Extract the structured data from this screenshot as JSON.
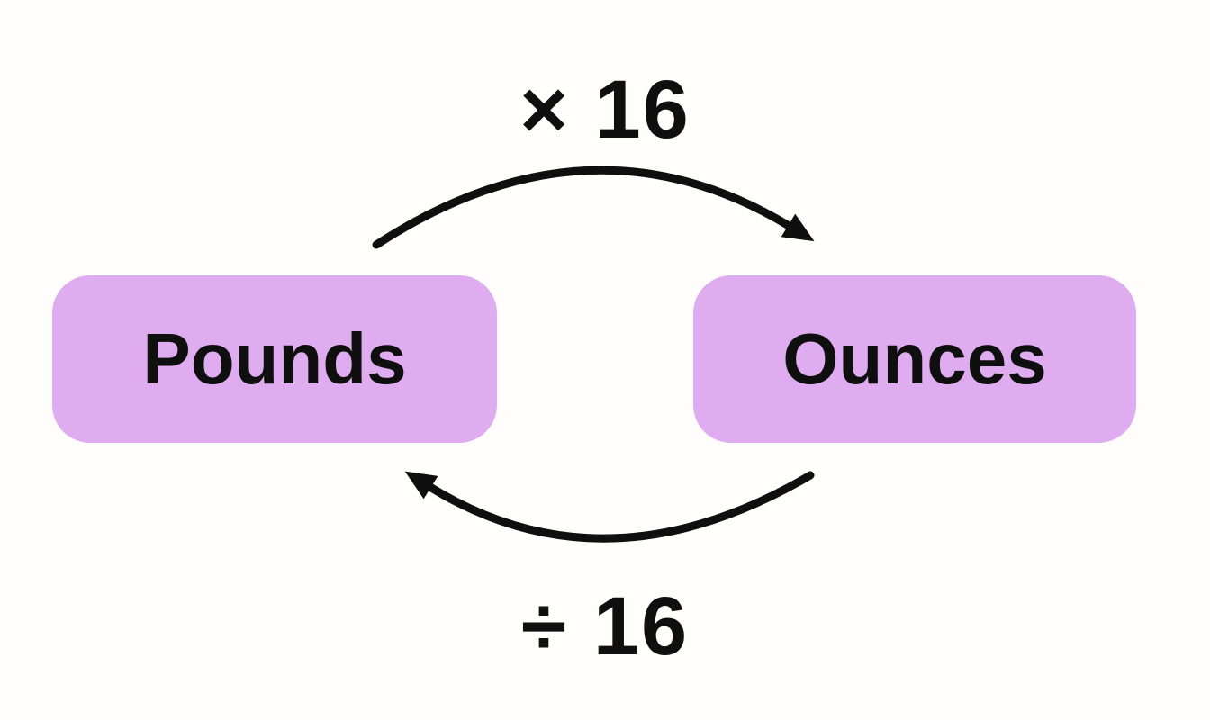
{
  "diagram": {
    "background_color": "#fffefc",
    "nodes": [
      {
        "id": "pounds",
        "label": "Pounds",
        "fill": "#dfacf0",
        "text_color": "#0f0f0f"
      },
      {
        "id": "ounces",
        "label": "Ounces",
        "fill": "#dfacf0",
        "text_color": "#0f0f0f"
      }
    ],
    "arrows": [
      {
        "id": "multiply-arrow",
        "label": "× 16",
        "from": "Pounds",
        "to": "Ounces",
        "color": "#0f0f0f"
      },
      {
        "id": "divide-arrow",
        "label": "÷ 16",
        "from": "Ounces",
        "to": "Pounds",
        "color": "#0f0f0f"
      }
    ]
  }
}
